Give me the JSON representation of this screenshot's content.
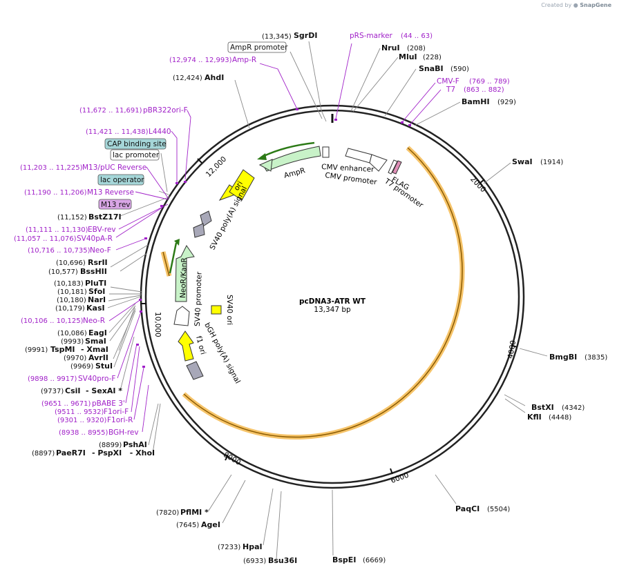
{
  "credit": {
    "prefix": "Created by",
    "brand": "SnapGene"
  },
  "plasmid": {
    "name": "pcDNA3-ATR WT",
    "length": "13,347 bp"
  },
  "ticks": [
    "2000",
    "4000",
    "6000",
    "8000",
    "10,000",
    "12,000"
  ],
  "features": {
    "ampr": "AmpR",
    "ori": "ori",
    "cmv_enhancer": "CMV enhancer",
    "cmv_promoter": "CMV promoter",
    "flag": "FLAG",
    "t7_promoter": "T7 promoter",
    "sv40_polya": "SV40 poly(A) signal",
    "neokanr": "NeoR/KanR",
    "sv40_promoter": "SV40 promoter",
    "sv40_ori": "SV40 ori",
    "bgh_polya": "bGH poly(A) signal",
    "f1_ori": "f1 ori"
  },
  "labels": [
    {
      "id": "sgrdi",
      "pos": "(13,345)",
      "name": "SgrDI",
      "kind": "enzyme"
    },
    {
      "id": "amprprom",
      "name": "AmpR promoter",
      "kind": "box-white"
    },
    {
      "id": "ampr-primer",
      "pos": "(12,974 .. 12,993)",
      "name": "Amp-R",
      "kind": "primer"
    },
    {
      "id": "ahdi",
      "pos": "(12,424)",
      "name": "AhdI",
      "kind": "enzyme"
    },
    {
      "id": "pbr322",
      "pos": "(11,672 .. 11,691)",
      "name": "pBR322ori-F",
      "kind": "primer"
    },
    {
      "id": "l4440",
      "pos": "(11,421 .. 11,438)",
      "name": "L4440",
      "kind": "primer"
    },
    {
      "id": "cap",
      "name": "CAP binding site",
      "kind": "box-teal"
    },
    {
      "id": "lacprom",
      "name": "lac promoter",
      "kind": "box-white"
    },
    {
      "id": "m13puc",
      "pos": "(11,203 .. 11,225)",
      "name": "M13/pUC Reverse",
      "kind": "primer"
    },
    {
      "id": "lacop",
      "name": "lac operator",
      "kind": "box-teal"
    },
    {
      "id": "m13r",
      "pos": "(11,190 .. 11,206)",
      "name": "M13 Reverse",
      "kind": "primer"
    },
    {
      "id": "m13rev",
      "name": "M13 rev",
      "kind": "box-purple"
    },
    {
      "id": "bstz17i",
      "pos": "(11,152)",
      "name": "BstZ17I",
      "kind": "enzyme"
    },
    {
      "id": "ebvrev",
      "pos": "(11,111 .. 11,130)",
      "name": "EBV-rev",
      "kind": "primer"
    },
    {
      "id": "sv40pa",
      "pos": "(11,057 .. 11,076)",
      "name": "SV40pA-R",
      "kind": "primer"
    },
    {
      "id": "neof",
      "pos": "(10,716 .. 10,735)",
      "name": "Neo-F",
      "kind": "primer"
    },
    {
      "id": "rsrii",
      "pos": "(10,696)",
      "name": "RsrII",
      "kind": "enzyme"
    },
    {
      "id": "bsshii",
      "pos": "(10,577)",
      "name": "BssHII",
      "kind": "enzyme"
    },
    {
      "id": "pluti",
      "pos": "(10,183)",
      "name": "PluTI",
      "kind": "enzyme"
    },
    {
      "id": "sfoi",
      "pos": "(10,181)",
      "name": "SfoI",
      "kind": "enzyme"
    },
    {
      "id": "nari",
      "pos": "(10,180)",
      "name": "NarI",
      "kind": "enzyme"
    },
    {
      "id": "kasi",
      "pos": "(10,179)",
      "name": "KasI",
      "kind": "enzyme"
    },
    {
      "id": "neor",
      "pos": "(10,106 .. 10,125)",
      "name": "Neo-R",
      "kind": "primer"
    },
    {
      "id": "eagi",
      "pos": "(10,086)",
      "name": "EagI",
      "kind": "enzyme"
    },
    {
      "id": "smai",
      "pos": "(9993)",
      "name": "SmaI",
      "kind": "enzyme"
    },
    {
      "id": "tspmi",
      "pos": "(9991)",
      "name": "TspMI",
      "extra": "- XmaI",
      "kind": "enzyme"
    },
    {
      "id": "avrii",
      "pos": "(9970)",
      "name": "AvrII",
      "kind": "enzyme"
    },
    {
      "id": "stui",
      "pos": "(9969)",
      "name": "StuI",
      "kind": "enzyme"
    },
    {
      "id": "sv40prof",
      "pos": "(9898 .. 9917)",
      "name": "SV40pro-F",
      "kind": "primer"
    },
    {
      "id": "csii",
      "pos": "(9737)",
      "name": "CsiI",
      "extra": "- SexAI *",
      "kind": "enzyme"
    },
    {
      "id": "pbabe",
      "pos": "(9651 .. 9671)",
      "name": "pBABE 3'",
      "kind": "primer"
    },
    {
      "id": "f1orif",
      "pos": "(9511 .. 9532)",
      "name": "F1ori-F",
      "kind": "primer"
    },
    {
      "id": "f1orir",
      "pos": "(9301 .. 9320)",
      "name": "F1ori-R",
      "kind": "primer"
    },
    {
      "id": "bghrev",
      "pos": "(8938 .. 8955)",
      "name": "BGH-rev",
      "kind": "primer"
    },
    {
      "id": "pshai",
      "pos": "(8899)",
      "name": "PshAI",
      "kind": "enzyme"
    },
    {
      "id": "paer7i",
      "pos": "(8897)",
      "name": "PaeR7I",
      "extra": "- PspXI   - XhoI",
      "kind": "enzyme"
    },
    {
      "id": "pflmi",
      "pos": "(7820)",
      "name": "PflMI *",
      "kind": "enzyme"
    },
    {
      "id": "agei",
      "pos": "(7645)",
      "name": "AgeI",
      "kind": "enzyme"
    },
    {
      "id": "hpai",
      "pos": "(7233)",
      "name": "HpaI",
      "kind": "enzyme"
    },
    {
      "id": "bsu36i",
      "pos": "(6933)",
      "name": "Bsu36I",
      "kind": "enzyme"
    },
    {
      "id": "bspei",
      "pos": "(6669)",
      "name": "BspEI",
      "kind": "enzyme"
    },
    {
      "id": "paqci",
      "pos": "(5504)",
      "name": "PaqCI",
      "kind": "enzyme"
    },
    {
      "id": "kfli",
      "pos": "(4448)",
      "name": "KflI",
      "kind": "enzyme"
    },
    {
      "id": "bstxi",
      "pos": "(4342)",
      "name": "BstXI",
      "kind": "enzyme"
    },
    {
      "id": "bmgbi",
      "pos": "(3835)",
      "name": "BmgBI",
      "kind": "enzyme"
    },
    {
      "id": "swai",
      "pos": "(1914)",
      "name": "SwaI",
      "kind": "enzyme"
    },
    {
      "id": "bamhi",
      "pos": "(929)",
      "name": "BamHI",
      "kind": "enzyme"
    },
    {
      "id": "t7",
      "pos": "(863 .. 882)",
      "name": "T7",
      "kind": "primer"
    },
    {
      "id": "cmvf",
      "pos": "(769 .. 789)",
      "name": "CMV-F",
      "kind": "primer"
    },
    {
      "id": "snabi",
      "pos": "(590)",
      "name": "SnaBI",
      "kind": "enzyme"
    },
    {
      "id": "mlui",
      "pos": "(228)",
      "name": "MluI",
      "kind": "enzyme"
    },
    {
      "id": "nrui",
      "pos": "(208)",
      "name": "NruI",
      "kind": "enzyme"
    },
    {
      "id": "prsmarker",
      "pos": "(44 .. 63)",
      "name": "pRS-marker",
      "kind": "primer"
    }
  ]
}
